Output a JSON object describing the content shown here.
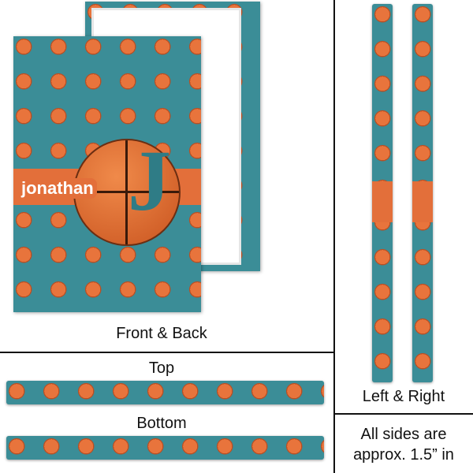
{
  "product": {
    "personalized_name": "jonathan",
    "initial": "J"
  },
  "labels": {
    "front_back": "Front & Back",
    "top": "Top",
    "bottom": "Bottom",
    "left_right": "Left & Right",
    "note": "All sides are approx. 1.5” in"
  },
  "colors": {
    "background": "#f7efc4",
    "orange": "#e36f3a",
    "teal": "#3b8d97",
    "yellow": "#f2b63d"
  }
}
